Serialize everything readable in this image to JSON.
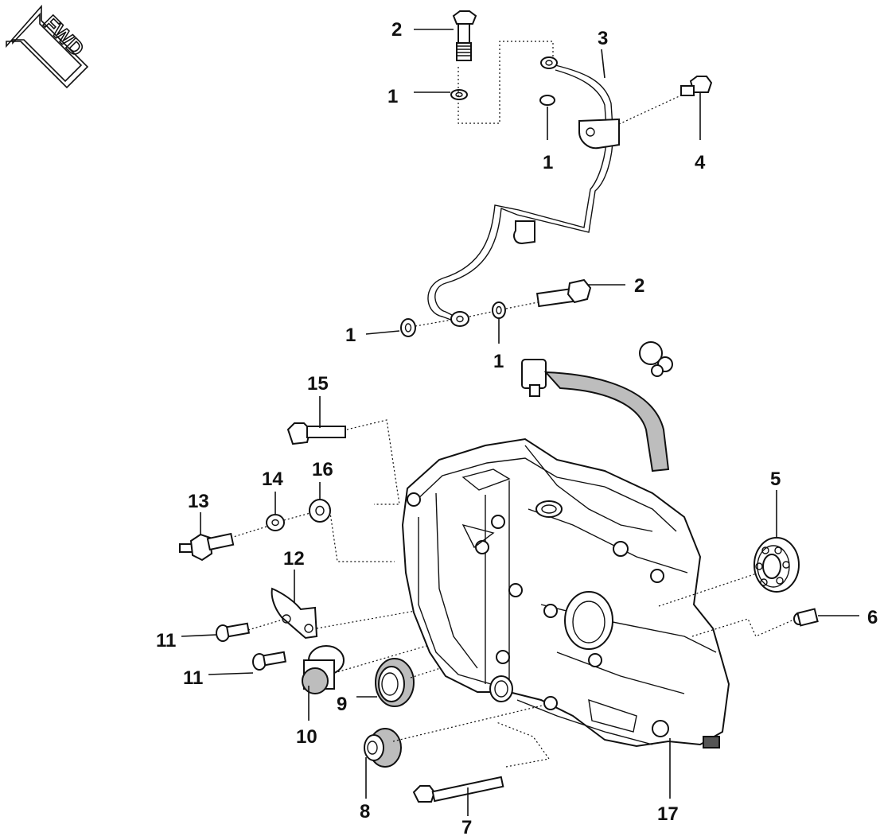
{
  "direction_badge": {
    "text": "FWD"
  },
  "callouts": [
    {
      "id": "c2a",
      "text": "2"
    },
    {
      "id": "c3",
      "text": "3"
    },
    {
      "id": "c1a",
      "text": "1"
    },
    {
      "id": "c1b",
      "text": "1"
    },
    {
      "id": "c4",
      "text": "4"
    },
    {
      "id": "c2b",
      "text": "2"
    },
    {
      "id": "c1c",
      "text": "1"
    },
    {
      "id": "c1d",
      "text": "1"
    },
    {
      "id": "c15",
      "text": "15"
    },
    {
      "id": "c14",
      "text": "14"
    },
    {
      "id": "c16",
      "text": "16"
    },
    {
      "id": "c13",
      "text": "13"
    },
    {
      "id": "c12",
      "text": "12"
    },
    {
      "id": "c5",
      "text": "5"
    },
    {
      "id": "c6",
      "text": "6"
    },
    {
      "id": "c11a",
      "text": "11"
    },
    {
      "id": "c11b",
      "text": "11"
    },
    {
      "id": "c9",
      "text": "9"
    },
    {
      "id": "c10",
      "text": "10"
    },
    {
      "id": "c8",
      "text": "8"
    },
    {
      "id": "c7",
      "text": "7"
    },
    {
      "id": "c17",
      "text": "17"
    }
  ]
}
